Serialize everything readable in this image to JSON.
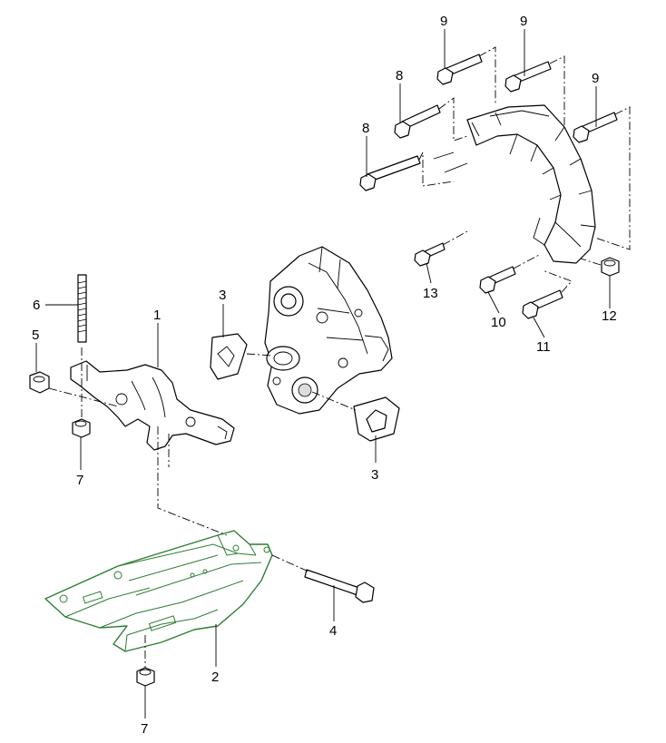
{
  "callouts": [
    {
      "id": "c1",
      "text": "1"
    },
    {
      "id": "c2",
      "text": "2"
    },
    {
      "id": "c3a",
      "text": "3"
    },
    {
      "id": "c3b",
      "text": "3"
    },
    {
      "id": "c4",
      "text": "4"
    },
    {
      "id": "c5",
      "text": "5"
    },
    {
      "id": "c6",
      "text": "6"
    },
    {
      "id": "c7a",
      "text": "7"
    },
    {
      "id": "c7b",
      "text": "7"
    },
    {
      "id": "c8a",
      "text": "8"
    },
    {
      "id": "c8b",
      "text": "8"
    },
    {
      "id": "c9a",
      "text": "9"
    },
    {
      "id": "c9b",
      "text": "9"
    },
    {
      "id": "c9c",
      "text": "9"
    },
    {
      "id": "c10",
      "text": "10"
    },
    {
      "id": "c11",
      "text": "11"
    },
    {
      "id": "c12",
      "text": "12"
    },
    {
      "id": "c13",
      "text": "13"
    }
  ],
  "colors": {
    "highlight": "#2e7d32",
    "line": "#000000"
  }
}
